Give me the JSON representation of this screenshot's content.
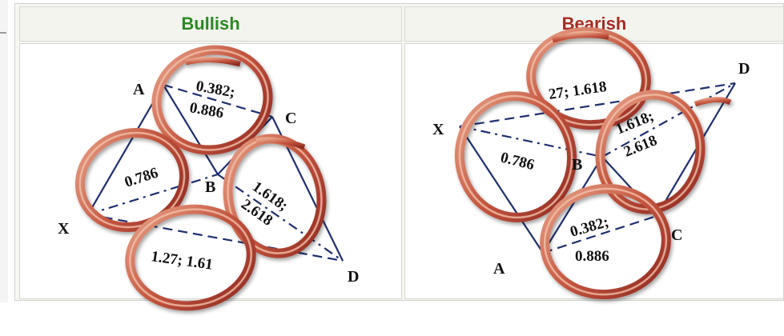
{
  "colors": {
    "bullish": "#2a8a22",
    "bearish": "#a52b24",
    "line": "#1f2f6e",
    "ring_outer": "#b5483a",
    "ring_inner": "#e69a7e"
  },
  "bullish": {
    "title": "Bullish",
    "points": {
      "X": "X",
      "A": "A",
      "B": "B",
      "C": "C",
      "D": "D"
    },
    "ratios": {
      "xb": "0.786",
      "ac": "0.382;",
      "ac2": "0.886",
      "bd": "1.618;",
      "bd2": "2.618",
      "xd": "1.27; 1.61"
    }
  },
  "bearish": {
    "title": "Bearish",
    "points": {
      "X": "X",
      "A": "A",
      "B": "B",
      "C": "C",
      "D": "D"
    },
    "ratios": {
      "xd": "27; 1.618",
      "xb": "0.786",
      "bd": "1.618;",
      "bd2": "2.618",
      "ac": "0.382;",
      "ac2": "0.886"
    }
  }
}
